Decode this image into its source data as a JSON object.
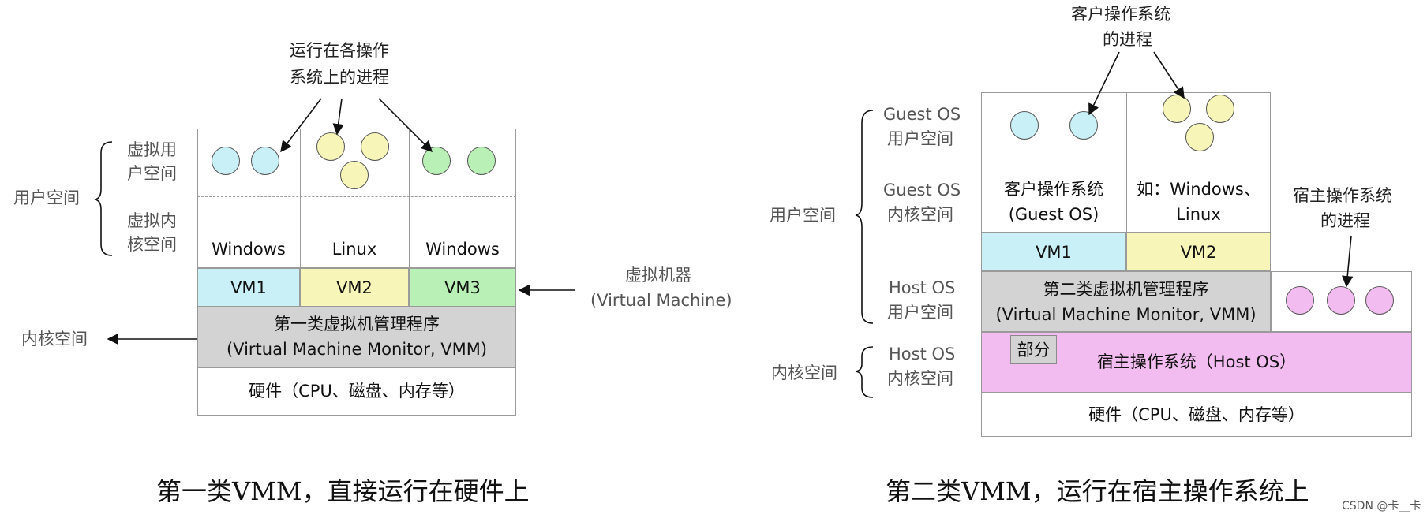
{
  "left": {
    "process_note": [
      "运行在各操作",
      "系统上的进程"
    ],
    "virtual_user_space": [
      "虚拟用",
      "户空间"
    ],
    "virtual_kernel_space": [
      "虚拟内",
      "核空间"
    ],
    "user_space": "用户空间",
    "kernel_space": "内核空间",
    "os_labels": [
      "Windows",
      "Linux",
      "Windows"
    ],
    "vm_labels": [
      "VM1",
      "VM2",
      "VM3"
    ],
    "vmm_title": "第一类虚拟机管理程序",
    "vmm_subtitle": "(Virtual Machine Monitor, VMM)",
    "hardware": "硬件（CPU、磁盘、内存等）",
    "virtual_machine": [
      "虚拟机器",
      "(Virtual Machine)"
    ],
    "caption": "第一类VMM，直接运行在硬件上"
  },
  "right": {
    "process_note": [
      "客户操作系统",
      "的进程"
    ],
    "guest_os_user": [
      "Guest OS",
      "用户空间"
    ],
    "guest_os_kernel": [
      "Guest OS",
      "内核空间"
    ],
    "host_os_user": [
      "Host OS",
      "用户空间"
    ],
    "host_os_kernel": [
      "Host OS",
      "内核空间"
    ],
    "user_space": "用户空间",
    "kernel_space": "内核空间",
    "guest_os_box": [
      "客户操作系统",
      "(Guest OS)"
    ],
    "example_box": [
      "如：Windows、",
      "Linux"
    ],
    "vm_labels": [
      "VM1",
      "VM2"
    ],
    "vmm_title": "第二类虚拟机管理程序",
    "vmm_subtitle": "(Virtual Machine Monitor, VMM)",
    "host_process_note": [
      "宿主操作系统",
      "的进程"
    ],
    "partial": "部分",
    "host_os": "宿主操作系统（Host OS）",
    "hardware": "硬件（CPU、磁盘、内存等）",
    "caption": "第二类VMM，运行在宿主操作系统上"
  },
  "watermark": "CSDN @卡__卡",
  "colors": {
    "cyan": "#c8f0f6",
    "yellow": "#f7f5b8",
    "green": "#b9f0b5",
    "vmm_gray": "#d3d3d3",
    "host_pink": "#f3bcf0"
  }
}
